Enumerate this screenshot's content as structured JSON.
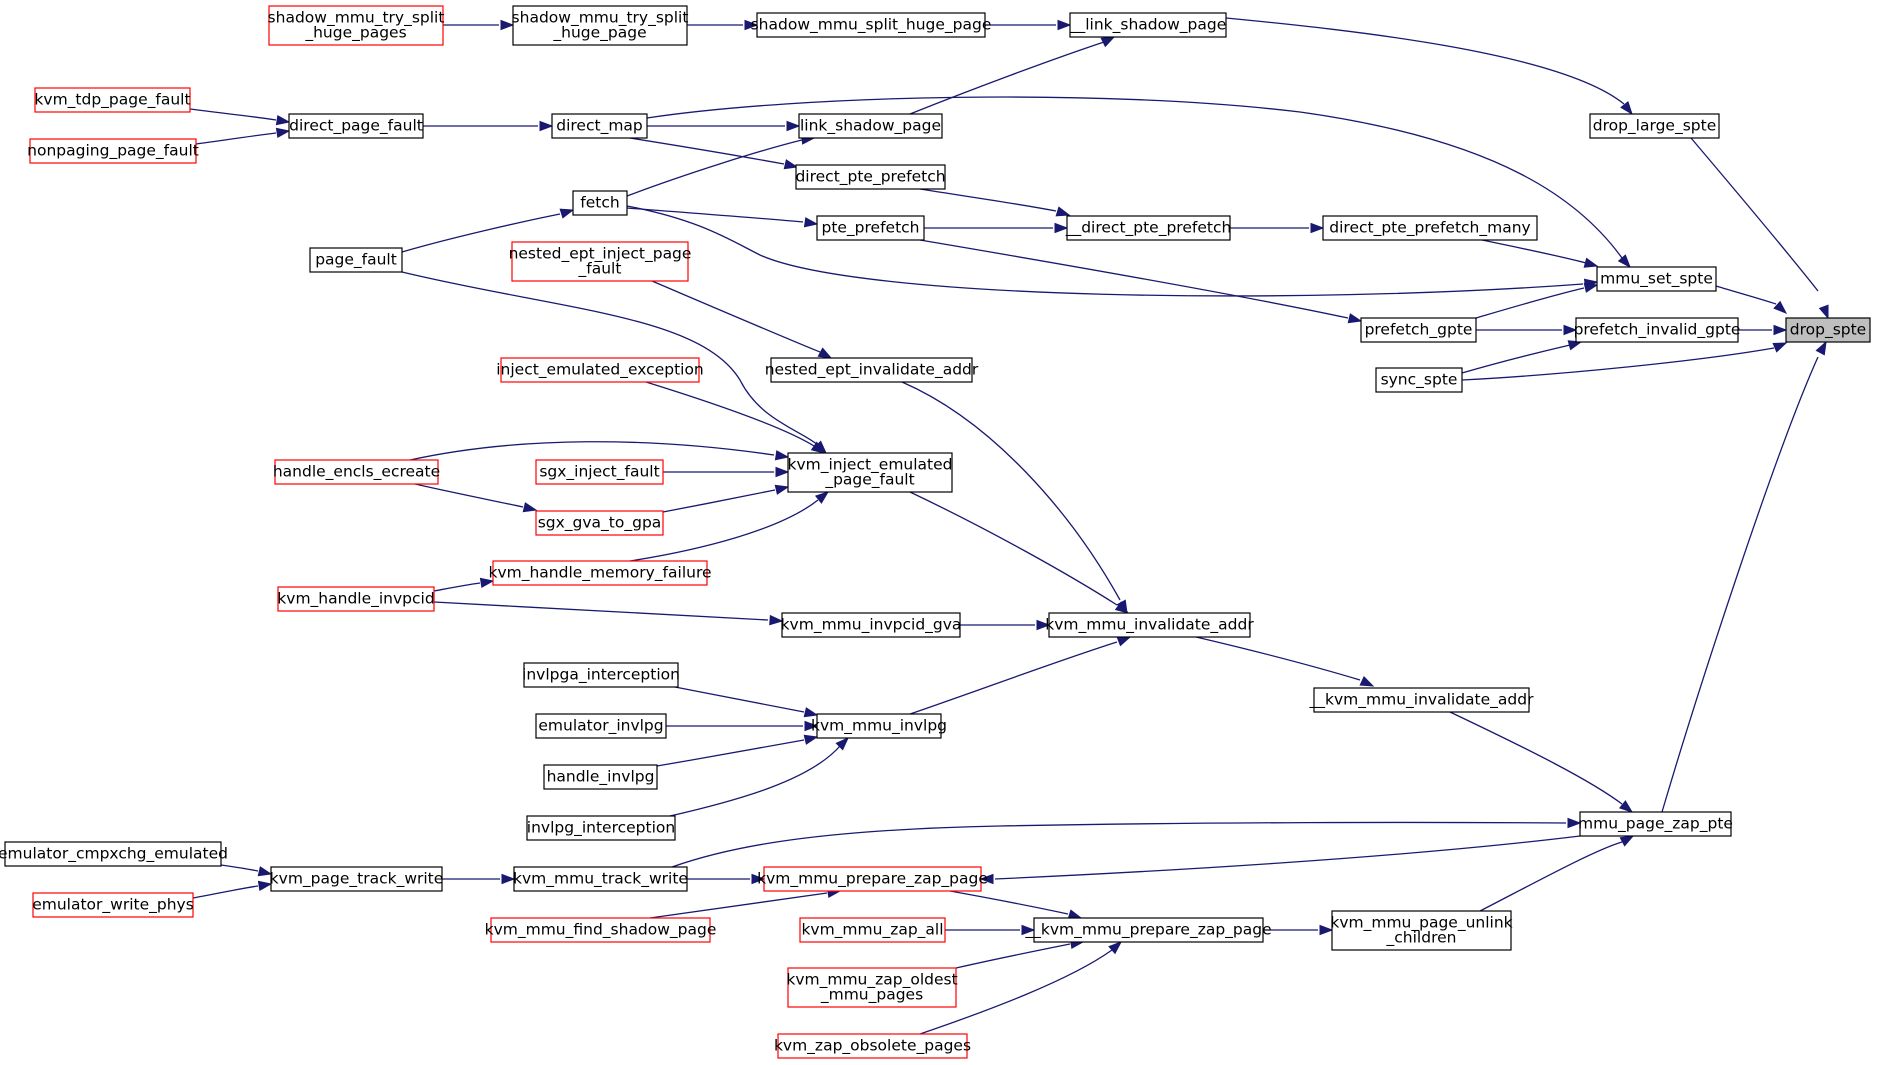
{
  "colors": {
    "edge": "#191970",
    "node_border": "#000000",
    "node_border_truncated": "#ff0000",
    "highlight_fill": "#bfbfbf",
    "node_fill": "#ffffff"
  },
  "nodes": [
    {
      "id": "drop_spte",
      "lines": [
        "drop_spte"
      ],
      "style": "highlight"
    },
    {
      "id": "drop_large_spte",
      "lines": [
        "drop_large_spte"
      ],
      "style": "normal"
    },
    {
      "id": "mmu_set_spte",
      "lines": [
        "mmu_set_spte"
      ],
      "style": "normal"
    },
    {
      "id": "prefetch_invalid_gpte",
      "lines": [
        "prefetch_invalid_gpte"
      ],
      "style": "normal"
    },
    {
      "id": "sync_spte",
      "lines": [
        "sync_spte"
      ],
      "style": "normal"
    },
    {
      "id": "mmu_page_zap_pte",
      "lines": [
        "mmu_page_zap_pte"
      ],
      "style": "normal"
    },
    {
      "id": "__link_shadow_page",
      "lines": [
        "__link_shadow_page"
      ],
      "style": "normal"
    },
    {
      "id": "shadow_mmu_split_huge_page",
      "lines": [
        "shadow_mmu_split_huge_page"
      ],
      "style": "normal"
    },
    {
      "id": "shadow_mmu_try_split_huge_page",
      "lines": [
        "shadow_mmu_try_split",
        "_huge_page"
      ],
      "style": "normal"
    },
    {
      "id": "shadow_mmu_try_split_huge_pages",
      "lines": [
        "shadow_mmu_try_split",
        "_huge_pages"
      ],
      "style": "truncated"
    },
    {
      "id": "link_shadow_page",
      "lines": [
        "link_shadow_page"
      ],
      "style": "normal"
    },
    {
      "id": "direct_map",
      "lines": [
        "direct_map"
      ],
      "style": "normal"
    },
    {
      "id": "direct_page_fault",
      "lines": [
        "direct_page_fault"
      ],
      "style": "normal"
    },
    {
      "id": "kvm_tdp_page_fault",
      "lines": [
        "kvm_tdp_page_fault"
      ],
      "style": "truncated"
    },
    {
      "id": "nonpaging_page_fault",
      "lines": [
        "nonpaging_page_fault"
      ],
      "style": "truncated"
    },
    {
      "id": "fetch",
      "lines": [
        "fetch"
      ],
      "style": "normal"
    },
    {
      "id": "page_fault",
      "lines": [
        "page_fault"
      ],
      "style": "normal"
    },
    {
      "id": "direct_pte_prefetch_many",
      "lines": [
        "direct_pte_prefetch_many"
      ],
      "style": "normal"
    },
    {
      "id": "__direct_pte_prefetch",
      "lines": [
        "__direct_pte_prefetch"
      ],
      "style": "normal"
    },
    {
      "id": "direct_pte_prefetch",
      "lines": [
        "direct_pte_prefetch"
      ],
      "style": "normal"
    },
    {
      "id": "pte_prefetch",
      "lines": [
        "pte_prefetch"
      ],
      "style": "normal"
    },
    {
      "id": "prefetch_gpte",
      "lines": [
        "prefetch_gpte"
      ],
      "style": "normal"
    },
    {
      "id": "nested_ept_inject_page_fault",
      "lines": [
        "nested_ept_inject_page",
        "_fault"
      ],
      "style": "truncated"
    },
    {
      "id": "nested_ept_invalidate_addr",
      "lines": [
        "nested_ept_invalidate_addr"
      ],
      "style": "normal"
    },
    {
      "id": "inject_emulated_exception",
      "lines": [
        "inject_emulated_exception"
      ],
      "style": "truncated"
    },
    {
      "id": "kvm_inject_emulated_page_fault",
      "lines": [
        "kvm_inject_emulated",
        "_page_fault"
      ],
      "style": "normal"
    },
    {
      "id": "handle_encls_ecreate",
      "lines": [
        "handle_encls_ecreate"
      ],
      "style": "truncated"
    },
    {
      "id": "sgx_inject_fault",
      "lines": [
        "sgx_inject_fault"
      ],
      "style": "truncated"
    },
    {
      "id": "sgx_gva_to_gpa",
      "lines": [
        "sgx_gva_to_gpa"
      ],
      "style": "truncated"
    },
    {
      "id": "kvm_handle_memory_failure",
      "lines": [
        "kvm_handle_memory_failure"
      ],
      "style": "truncated"
    },
    {
      "id": "kvm_handle_invpcid",
      "lines": [
        "kvm_handle_invpcid"
      ],
      "style": "truncated"
    },
    {
      "id": "kvm_mmu_invpcid_gva",
      "lines": [
        "kvm_mmu_invpcid_gva"
      ],
      "style": "normal"
    },
    {
      "id": "kvm_mmu_invalidate_addr",
      "lines": [
        "kvm_mmu_invalidate_addr"
      ],
      "style": "normal"
    },
    {
      "id": "__kvm_mmu_invalidate_addr",
      "lines": [
        "__kvm_mmu_invalidate_addr"
      ],
      "style": "normal"
    },
    {
      "id": "invlpga_interception",
      "lines": [
        "invlpga_interception"
      ],
      "style": "normal"
    },
    {
      "id": "emulator_invlpg",
      "lines": [
        "emulator_invlpg"
      ],
      "style": "normal"
    },
    {
      "id": "handle_invlpg",
      "lines": [
        "handle_invlpg"
      ],
      "style": "normal"
    },
    {
      "id": "invlpg_interception",
      "lines": [
        "invlpg_interception"
      ],
      "style": "normal"
    },
    {
      "id": "kvm_mmu_invlpg",
      "lines": [
        "kvm_mmu_invlpg"
      ],
      "style": "normal"
    },
    {
      "id": "emulator_cmpxchg_emulated",
      "lines": [
        "emulator_cmpxchg_emulated"
      ],
      "style": "normal"
    },
    {
      "id": "emulator_write_phys",
      "lines": [
        "emulator_write_phys"
      ],
      "style": "truncated"
    },
    {
      "id": "kvm_page_track_write",
      "lines": [
        "kvm_page_track_write"
      ],
      "style": "normal"
    },
    {
      "id": "kvm_mmu_track_write",
      "lines": [
        "kvm_mmu_track_write"
      ],
      "style": "normal"
    },
    {
      "id": "kvm_mmu_prepare_zap_page",
      "lines": [
        "kvm_mmu_prepare_zap_page"
      ],
      "style": "truncated"
    },
    {
      "id": "kvm_mmu_find_shadow_page",
      "lines": [
        "kvm_mmu_find_shadow_page"
      ],
      "style": "truncated"
    },
    {
      "id": "kvm_mmu_zap_all",
      "lines": [
        "kvm_mmu_zap_all"
      ],
      "style": "truncated"
    },
    {
      "id": "kvm_mmu_zap_oldest_mmu_pages",
      "lines": [
        "kvm_mmu_zap_oldest",
        "_mmu_pages"
      ],
      "style": "truncated"
    },
    {
      "id": "kvm_zap_obsolete_pages",
      "lines": [
        "kvm_zap_obsolete_pages"
      ],
      "style": "truncated"
    },
    {
      "id": "__kvm_mmu_prepare_zap_page",
      "lines": [
        "__kvm_mmu_prepare_zap_page"
      ],
      "style": "normal"
    },
    {
      "id": "kvm_mmu_page_unlink_children",
      "lines": [
        "kvm_mmu_page_unlink",
        "_children"
      ],
      "style": "normal"
    }
  ],
  "edges": [
    {
      "from": "drop_large_spte",
      "to": "drop_spte"
    },
    {
      "from": "mmu_set_spte",
      "to": "drop_spte"
    },
    {
      "from": "prefetch_invalid_gpte",
      "to": "drop_spte"
    },
    {
      "from": "sync_spte",
      "to": "drop_spte"
    },
    {
      "from": "mmu_page_zap_pte",
      "to": "drop_spte"
    },
    {
      "from": "__link_shadow_page",
      "to": "drop_large_spte"
    },
    {
      "from": "shadow_mmu_split_huge_page",
      "to": "__link_shadow_page"
    },
    {
      "from": "link_shadow_page",
      "to": "__link_shadow_page"
    },
    {
      "from": "shadow_mmu_try_split_huge_page",
      "to": "shadow_mmu_split_huge_page"
    },
    {
      "from": "shadow_mmu_try_split_huge_pages",
      "to": "shadow_mmu_try_split_huge_page"
    },
    {
      "from": "direct_map",
      "to": "link_shadow_page"
    },
    {
      "from": "fetch",
      "to": "link_shadow_page"
    },
    {
      "from": "direct_page_fault",
      "to": "direct_map"
    },
    {
      "from": "kvm_tdp_page_fault",
      "to": "direct_page_fault"
    },
    {
      "from": "nonpaging_page_fault",
      "to": "direct_page_fault"
    },
    {
      "from": "page_fault",
      "to": "fetch"
    },
    {
      "from": "direct_map",
      "to": "mmu_set_spte"
    },
    {
      "from": "fetch",
      "to": "mmu_set_spte"
    },
    {
      "from": "direct_pte_prefetch_many",
      "to": "mmu_set_spte"
    },
    {
      "from": "prefetch_gpte",
      "to": "mmu_set_spte"
    },
    {
      "from": "__direct_pte_prefetch",
      "to": "direct_pte_prefetch_many"
    },
    {
      "from": "direct_pte_prefetch",
      "to": "__direct_pte_prefetch"
    },
    {
      "from": "pte_prefetch",
      "to": "__direct_pte_prefetch"
    },
    {
      "from": "direct_map",
      "to": "direct_pte_prefetch"
    },
    {
      "from": "fetch",
      "to": "pte_prefetch"
    },
    {
      "from": "pte_prefetch",
      "to": "prefetch_gpte"
    },
    {
      "from": "prefetch_gpte",
      "to": "prefetch_invalid_gpte"
    },
    {
      "from": "sync_spte",
      "to": "prefetch_invalid_gpte"
    },
    {
      "from": "nested_ept_inject_page_fault",
      "to": "nested_ept_invalidate_addr"
    },
    {
      "from": "nested_ept_invalidate_addr",
      "to": "kvm_mmu_invalidate_addr"
    },
    {
      "from": "page_fault",
      "to": "kvm_inject_emulated_page_fault"
    },
    {
      "from": "inject_emulated_exception",
      "to": "kvm_inject_emulated_page_fault"
    },
    {
      "from": "handle_encls_ecreate",
      "to": "kvm_inject_emulated_page_fault"
    },
    {
      "from": "sgx_inject_fault",
      "to": "kvm_inject_emulated_page_fault"
    },
    {
      "from": "sgx_gva_to_gpa",
      "to": "kvm_inject_emulated_page_fault"
    },
    {
      "from": "kvm_handle_memory_failure",
      "to": "kvm_inject_emulated_page_fault"
    },
    {
      "from": "handle_encls_ecreate",
      "to": "sgx_gva_to_gpa"
    },
    {
      "from": "kvm_handle_invpcid",
      "to": "kvm_handle_memory_failure"
    },
    {
      "from": "kvm_handle_invpcid",
      "to": "kvm_mmu_invpcid_gva"
    },
    {
      "from": "kvm_inject_emulated_page_fault",
      "to": "kvm_mmu_invalidate_addr"
    },
    {
      "from": "kvm_mmu_invpcid_gva",
      "to": "kvm_mmu_invalidate_addr"
    },
    {
      "from": "kvm_mmu_invlpg",
      "to": "kvm_mmu_invalidate_addr"
    },
    {
      "from": "kvm_mmu_invalidate_addr",
      "to": "__kvm_mmu_invalidate_addr"
    },
    {
      "from": "invlpga_interception",
      "to": "kvm_mmu_invlpg"
    },
    {
      "from": "emulator_invlpg",
      "to": "kvm_mmu_invlpg"
    },
    {
      "from": "handle_invlpg",
      "to": "kvm_mmu_invlpg"
    },
    {
      "from": "invlpg_interception",
      "to": "kvm_mmu_invlpg"
    },
    {
      "from": "__kvm_mmu_invalidate_addr",
      "to": "mmu_page_zap_pte"
    },
    {
      "from": "kvm_mmu_track_write",
      "to": "mmu_page_zap_pte"
    },
    {
      "from": "kvm_mmu_page_unlink_children",
      "to": "mmu_page_zap_pte"
    },
    {
      "from": "mmu_page_zap_pte",
      "to": "kvm_mmu_prepare_zap_page"
    },
    {
      "from": "emulator_cmpxchg_emulated",
      "to": "kvm_page_track_write"
    },
    {
      "from": "emulator_write_phys",
      "to": "kvm_page_track_write"
    },
    {
      "from": "kvm_page_track_write",
      "to": "kvm_mmu_track_write"
    },
    {
      "from": "kvm_mmu_track_write",
      "to": "kvm_mmu_prepare_zap_page"
    },
    {
      "from": "kvm_mmu_find_shadow_page",
      "to": "kvm_mmu_prepare_zap_page"
    },
    {
      "from": "kvm_mmu_prepare_zap_page",
      "to": "__kvm_mmu_prepare_zap_page"
    },
    {
      "from": "kvm_mmu_zap_all",
      "to": "__kvm_mmu_prepare_zap_page"
    },
    {
      "from": "kvm_mmu_zap_oldest_mmu_pages",
      "to": "__kvm_mmu_prepare_zap_page"
    },
    {
      "from": "kvm_zap_obsolete_pages",
      "to": "__kvm_mmu_prepare_zap_page"
    },
    {
      "from": "__kvm_mmu_prepare_zap_page",
      "to": "kvm_mmu_page_unlink_children"
    }
  ]
}
